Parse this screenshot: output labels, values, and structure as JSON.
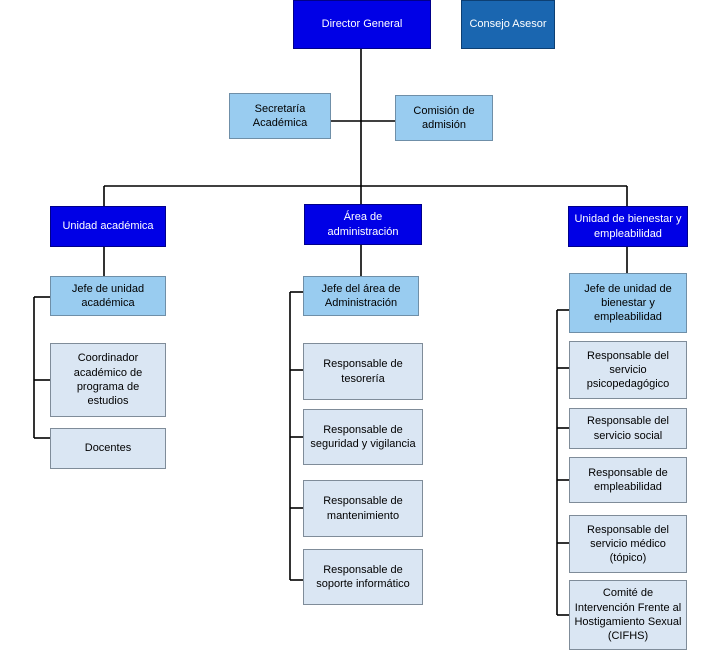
{
  "top": {
    "director": "Director General",
    "consejo": "Consejo Asesor",
    "secretaria": "Secretaría\nAcadémica",
    "comision": "Comisión de\nadmisión"
  },
  "units": {
    "academica": {
      "title": "Unidad académica",
      "head": "Jefe de unidad\nacadémica",
      "items": [
        "Coordinador\nacadémico de\nprograma de estudios",
        "Docentes"
      ]
    },
    "administracion": {
      "title": "Área de\nadministración",
      "head": "Jefe del área de\nAdministración",
      "items": [
        "Responsable de\ntesorería",
        "Responsable de\nseguridad y vigilancia",
        "Responsable de\nmantenimiento",
        "Responsable de\nsoporte informático"
      ]
    },
    "bienestar": {
      "title": "Unidad de bienestar y\nempleabilidad",
      "head": "Jefe de unidad de\nbienestar y\nempleabilidad",
      "items": [
        "Responsable del\nservicio\npsicopedagógico",
        "Responsable del\nservicio social",
        "Responsable de\nempleabilidad",
        "Responsable del\nservicio médico\n(tópico)",
        "Comité de\nIntervención Frente al\nHostigamiento Sexual\n(CIFHS)"
      ]
    }
  },
  "colors": {
    "dark_blue": "#0000e6",
    "medium_blue": "#1a66b0",
    "light_blue": "#99ccf0",
    "pale_blue": "#dae6f3",
    "connector": "#000000"
  }
}
